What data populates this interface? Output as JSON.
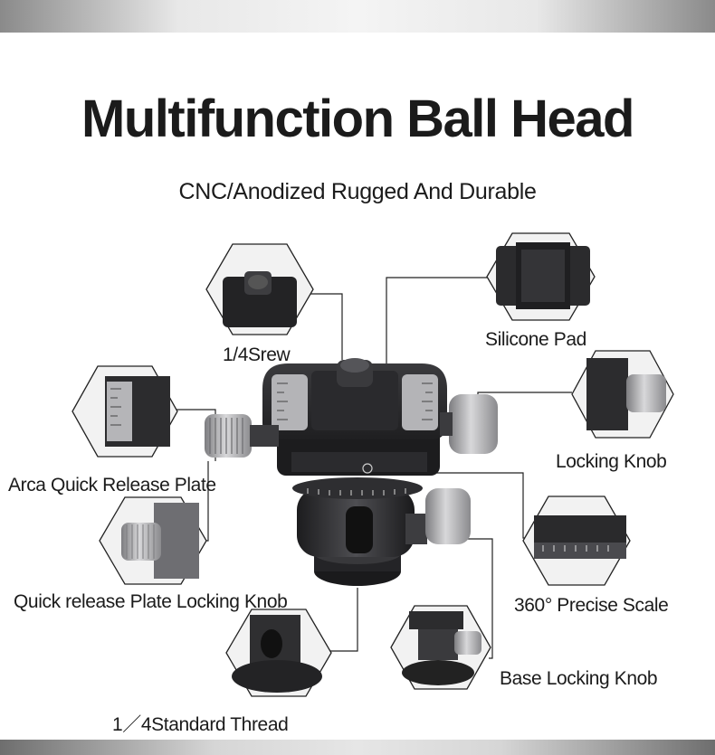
{
  "title": "Multifunction Ball Head",
  "subtitle": "CNC/Anodized Rugged And Durable",
  "labels": {
    "screw": "1/4Srew",
    "silicone_pad": "Silicone Pad",
    "locking_knob": "Locking Knob",
    "arca_plate": "Arca Quick Release Plate",
    "plate_locking_knob": "Quick release Plate Locking Knob",
    "precise_scale": "360°  Precise Scale",
    "base_locking_knob": "Base Locking Knob",
    "standard_thread": "1／4Standard Thread"
  },
  "colors": {
    "metal_dark": "#2a2a2c",
    "metal_mid": "#4a4a4e",
    "knob_silver": "#b9b9bb",
    "line": "#222222"
  }
}
